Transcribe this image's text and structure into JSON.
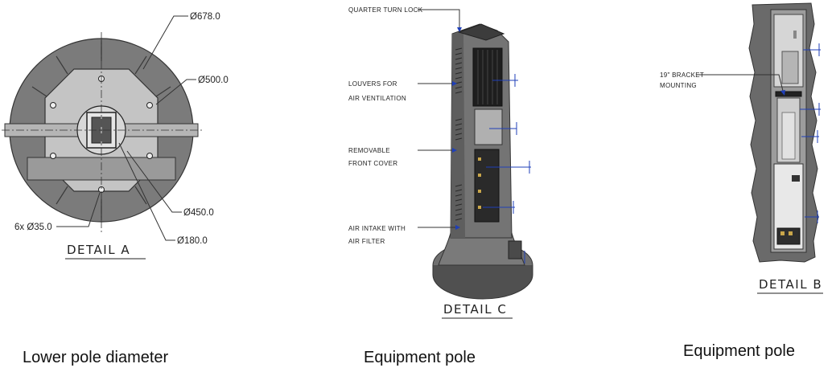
{
  "detail_a": {
    "title": "DETAIL A",
    "dim_outer": "Ø678.0",
    "dim_500": "Ø500.0",
    "dim_450": "Ø450.0",
    "dim_180": "Ø180.0",
    "dim_holes": "6x Ø35.0"
  },
  "detail_c": {
    "title": "DETAIL C",
    "quarter_turn_lock": "QUARTER TURN LOCK",
    "louvers_line1": "LOUVERS FOR",
    "louvers_line2": "AIR VENTILATION",
    "cover_line1": "REMOVABLE",
    "cover_line2": "FRONT COVER",
    "intake_line1": "AIR INTAKE WITH",
    "intake_line2": "AIR FILTER"
  },
  "detail_b": {
    "title": "DETAIL B",
    "bracket_line1": "19\" BRACKET",
    "bracket_line2": "MOUNTING"
  },
  "captions": {
    "left": "Lower pole diameter",
    "middle": "Equipment pole",
    "right": "Equipment pole"
  }
}
